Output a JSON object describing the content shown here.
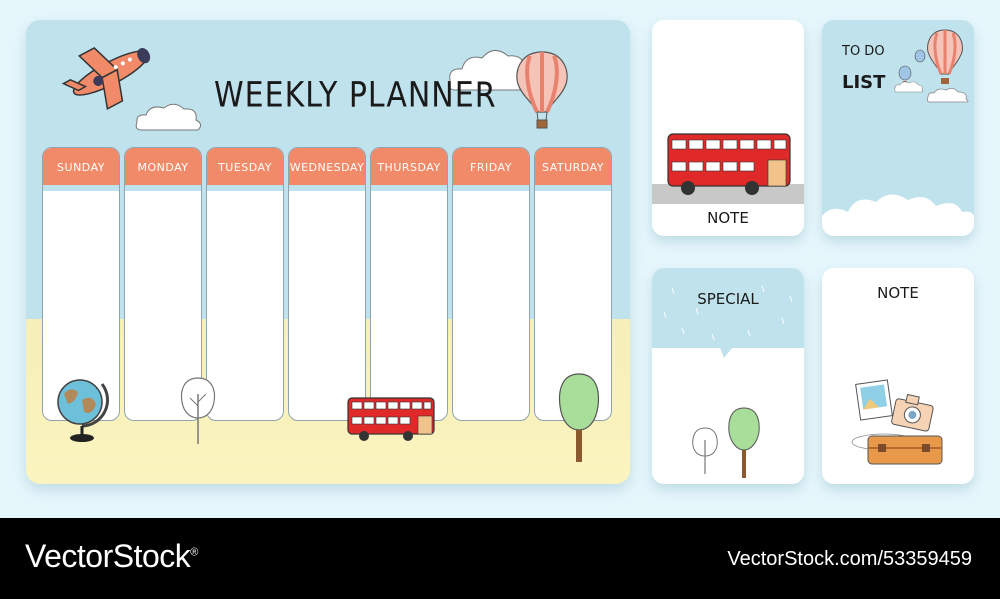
{
  "planner": {
    "title": "WEEKLY PLANNER",
    "days": [
      "SUNDAY",
      "MONDAY",
      "TUESDAY",
      "WEDNESDAY",
      "THURSDAY",
      "FRIDAY",
      "SATURDAY"
    ]
  },
  "cards": {
    "note_top": "NOTE",
    "todo_line1": "TO DO",
    "todo_line2": "LIST",
    "special": "SPECIAL",
    "note_bottom": "NOTE"
  },
  "colors": {
    "sky": "#bfe2ec",
    "sand": "#f6efb8",
    "day_header": "#f08a68",
    "bus_red": "#e02a2a"
  },
  "icons": [
    "airplane-icon",
    "hot-air-balloon-icon",
    "cloud-icon",
    "globe-icon",
    "tree-icon",
    "double-decker-bus-icon",
    "photo-icon",
    "camera-icon",
    "suitcase-icon"
  ],
  "footer": {
    "brand": "VectorStock",
    "brand_mark": "®",
    "url": "VectorStock.com/53359459"
  }
}
